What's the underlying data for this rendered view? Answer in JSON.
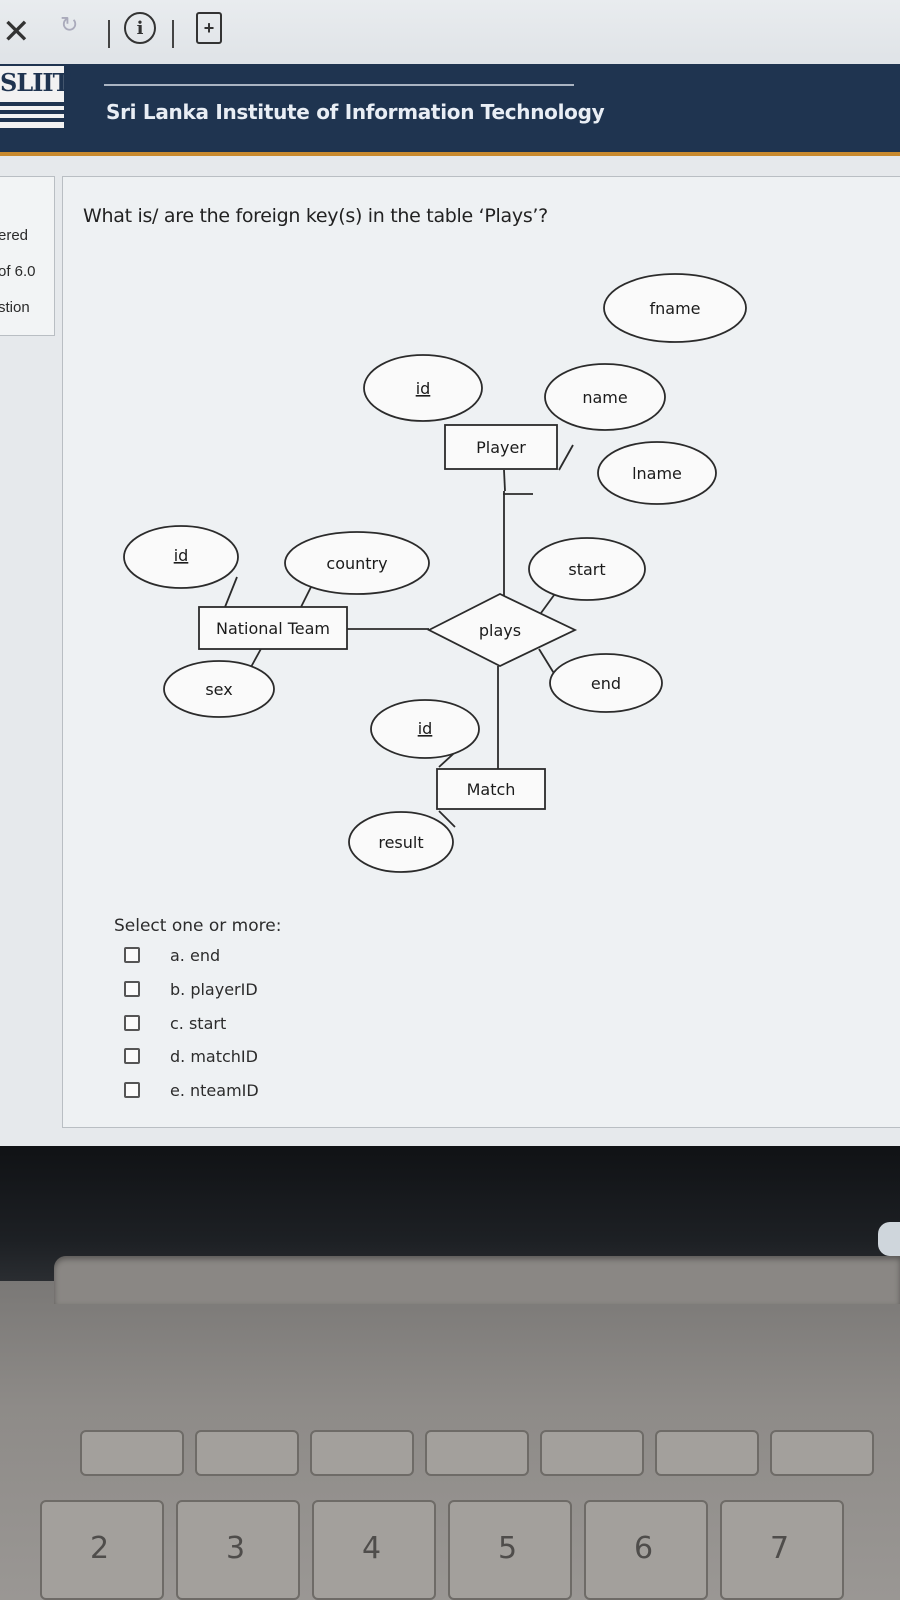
{
  "toolbar": {
    "close_icon": "close-icon",
    "reload_icon": "reload-icon",
    "info_icon": "info-icon",
    "page_icon": "add-page-icon"
  },
  "header": {
    "logo_text": "SLIIT",
    "title": "Sri Lanka Institute of Information Technology"
  },
  "side_info": {
    "line1": "ered",
    "line2": "of 6.0",
    "line3": "stion"
  },
  "question": {
    "text": "What is/ are the foreign key(s) in the table ‘Plays’?"
  },
  "diagram": {
    "entities": {
      "player": "Player",
      "national_team": "National Team",
      "match": "Match"
    },
    "relationship": "plays",
    "attributes": {
      "player_id": "id",
      "player_name": "name",
      "player_fname": "fname",
      "player_lname": "lname",
      "team_id": "id",
      "team_country": "country",
      "team_sex": "sex",
      "plays_start": "start",
      "plays_end": "end",
      "match_id": "id",
      "match_result": "result"
    }
  },
  "answers": {
    "prompt": "Select one or more:",
    "options": [
      {
        "label": "a. end",
        "checked": false
      },
      {
        "label": "b. playerID",
        "checked": false
      },
      {
        "label": "c. start",
        "checked": false
      },
      {
        "label": "d. matchID",
        "checked": false
      },
      {
        "label": "e. nteamID",
        "checked": false
      }
    ]
  },
  "keyboard": {
    "keys": [
      "2",
      "3",
      "4",
      "5",
      "6",
      "7"
    ]
  }
}
